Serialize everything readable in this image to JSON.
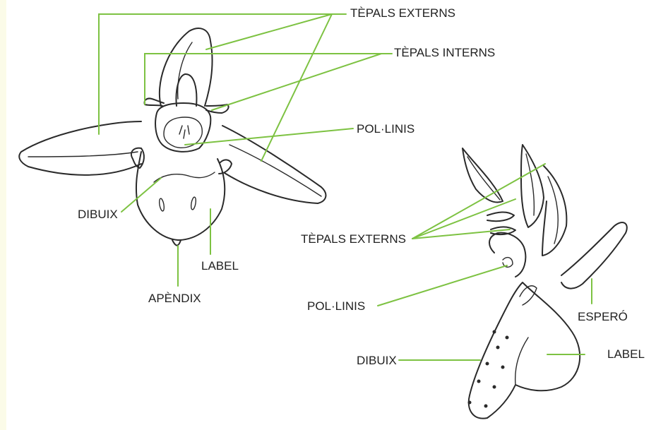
{
  "colors": {
    "leader": "#7dc242",
    "ink": "#2a2a2a",
    "background": "#ffffff",
    "strip": "#fbfbe8"
  },
  "front_view": {
    "labels": {
      "outer_tepals": "TÈPALS EXTERNS",
      "inner_tepals": "TÈPALS INTERNS",
      "pollinia": "POL·LINIS",
      "pattern": "DIBUIX",
      "lip": "LABEL",
      "appendix": "APÈNDIX"
    }
  },
  "side_view": {
    "labels": {
      "outer_tepals": "TÈPALS EXTERNS",
      "pollinia": "POL·LINIS",
      "spur": "ESPERÓ",
      "pattern": "DIBUIX",
      "lip": "LABEL"
    }
  }
}
